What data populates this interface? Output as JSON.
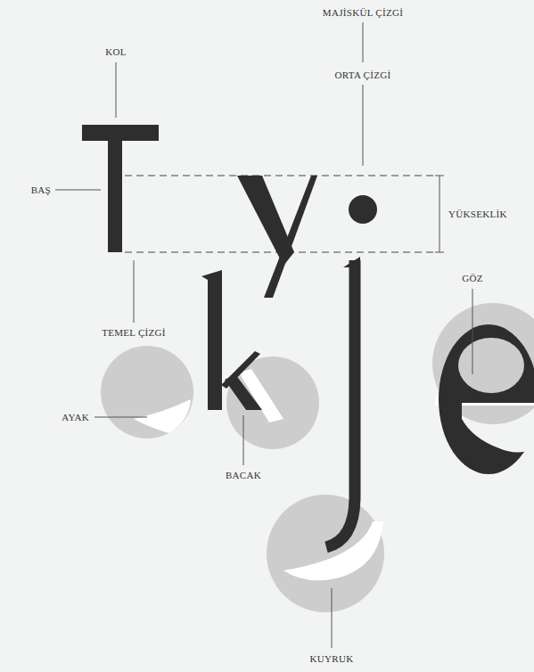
{
  "diagram": {
    "labels": [
      "MAJİSKÜL ÇİZGİ",
      "KOL",
      "ORTA ÇİZGİ",
      "BAŞ",
      "YÜKSEKLİK",
      "GÖZ",
      "TEMEL ÇİZGİ",
      "AYAK",
      "BACAK",
      "KUYRUK"
    ]
  }
}
